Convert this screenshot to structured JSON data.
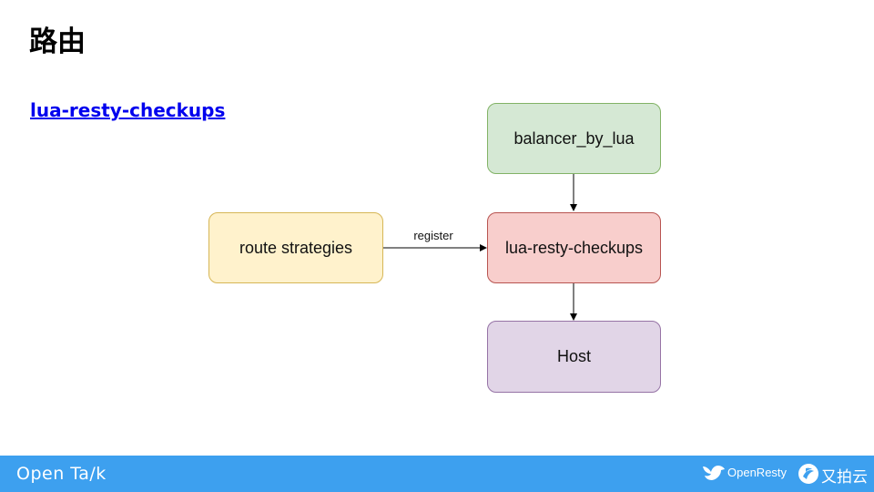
{
  "slide": {
    "title": "路由",
    "link_text": "lua-resty-checkups"
  },
  "diagram": {
    "nodes": {
      "balancer": {
        "label": "balancer_by_lua",
        "fill": "#d5e8d4",
        "stroke": "#82b366"
      },
      "route": {
        "label": "route strategies",
        "fill": "#fff2cc",
        "stroke": "#d6b656"
      },
      "checkups": {
        "label": "lua-resty-checkups",
        "fill": "#f8cecc",
        "stroke": "#b85450"
      },
      "host": {
        "label": "Host",
        "fill": "#e1d5e7",
        "stroke": "#9673a6"
      }
    },
    "edges": {
      "register_label": "register"
    }
  },
  "footer": {
    "brand": "Open Ta/k",
    "openresty": "OpenResty",
    "upyun": "又拍云",
    "background": "#3da0ef"
  }
}
